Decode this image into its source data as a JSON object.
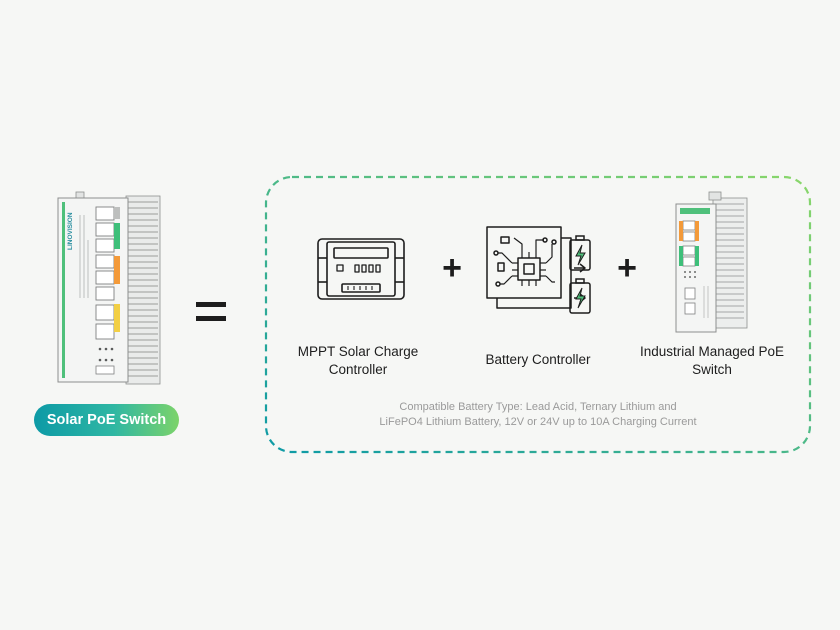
{
  "left_device": {
    "badge_label": "Solar PoE Switch",
    "brand_mark": "LINOVISION"
  },
  "equals_symbol": "=",
  "components": [
    {
      "label": "MPPT Solar Charge Controller",
      "icon": "solar-charge-controller-icon"
    },
    {
      "label": "Battery Controller",
      "icon": "battery-controller-icon"
    },
    {
      "label": "Industrial Managed PoE Switch",
      "icon": "industrial-poe-switch-icon"
    }
  ],
  "plus_symbol": "+",
  "compatibility_note_line1": "Compatible Battery Type: Lead Acid, Ternary Lithium and",
  "compatibility_note_line2": "LiFePO4 Lithium Battery, 12V or 24V up to 10A Charging Current",
  "colors": {
    "gradient_start": "#0d9aa6",
    "gradient_end": "#7cd36a",
    "port_orange": "#f39a3a",
    "port_green": "#3fbf7a",
    "port_yellow": "#f2cf45"
  }
}
